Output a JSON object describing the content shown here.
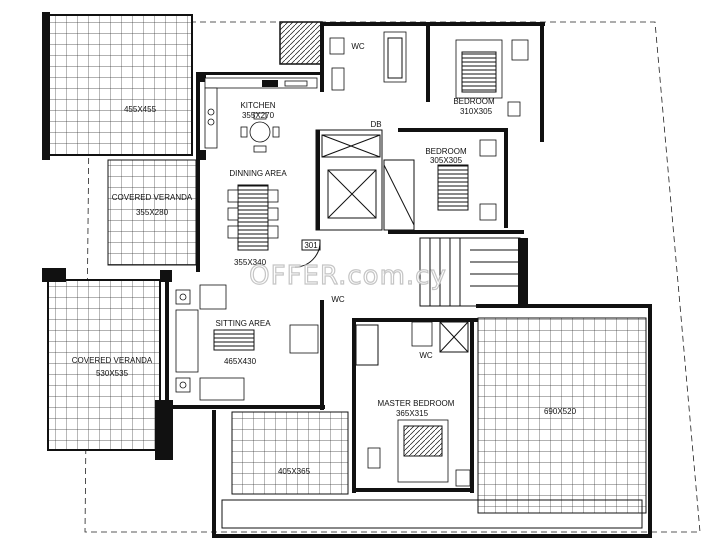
{
  "rooms": {
    "terrace_top_left": {
      "size": "455X455"
    },
    "covered_veranda_upper": {
      "name": "COVERED VERANDA",
      "size": "355X280"
    },
    "covered_veranda_lower": {
      "name": "COVERED VERANDA",
      "size": "530X535"
    },
    "kitchen": {
      "name": "KITCHEN",
      "size": "355X270"
    },
    "dining": {
      "name": "DINNING AREA",
      "size": "355X340"
    },
    "sitting": {
      "name": "SITTING AREA",
      "size": "465X430"
    },
    "bedroom_top": {
      "name": "BEDROOM",
      "size": "310X305"
    },
    "bedroom_mid": {
      "name": "BEDROOM",
      "size": "305X305"
    },
    "master_bedroom": {
      "name": "MASTER BEDROOM",
      "size": "365X315"
    },
    "terrace_right": {
      "size": "690X520"
    },
    "terrace_bottom": {
      "size": "405X365"
    }
  },
  "labels": {
    "wc_top": "WC",
    "wc_mid": "WC",
    "wc_master": "WC",
    "db": "DB",
    "door_301": "301"
  },
  "watermark": "OFFER.com.cy"
}
